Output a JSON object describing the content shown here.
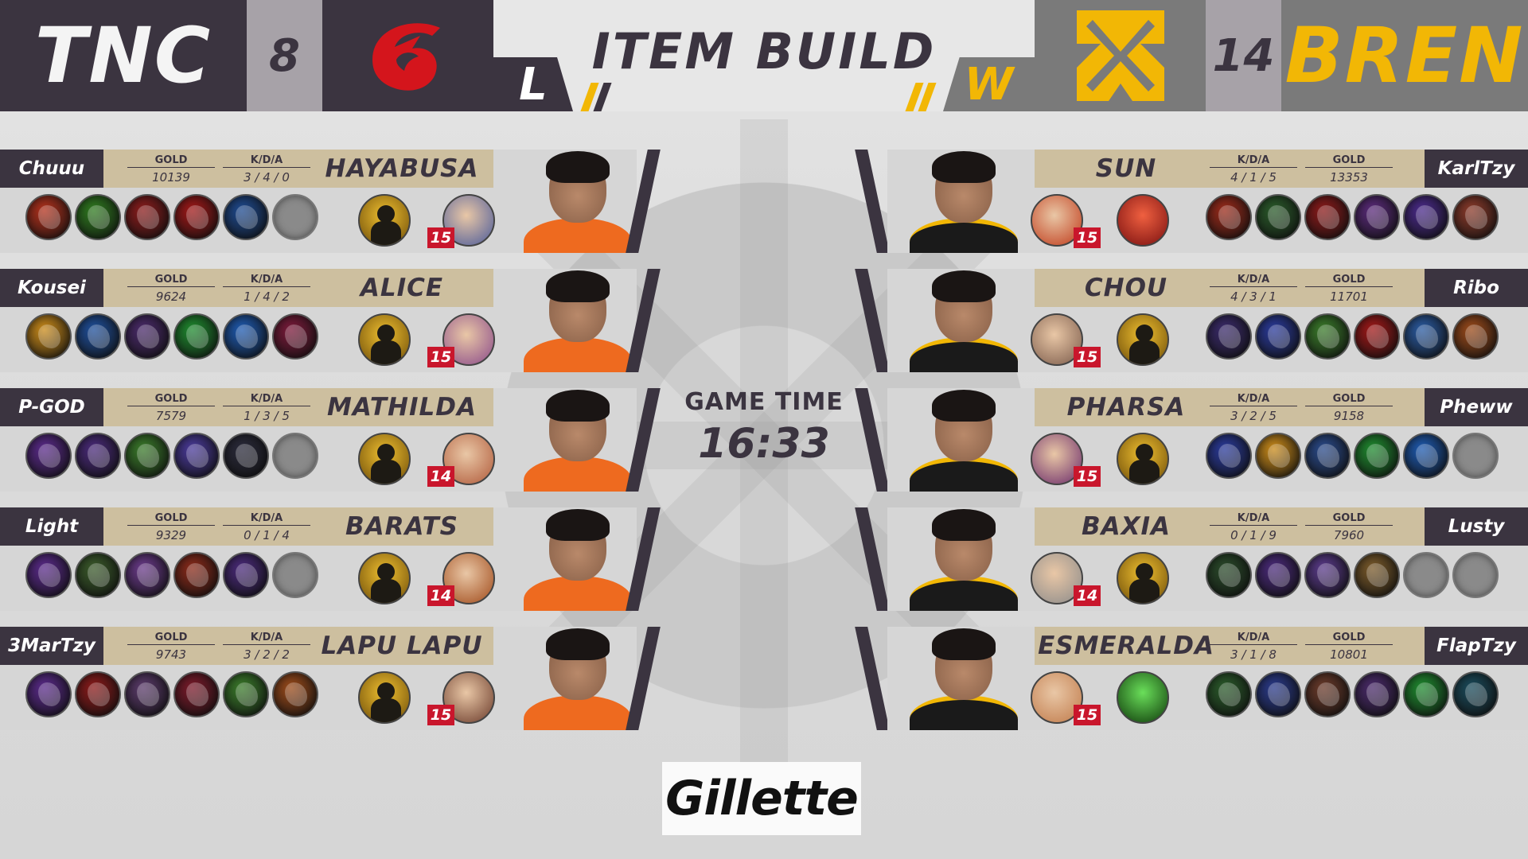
{
  "header": {
    "title": "ITEM BUILD",
    "left_team": {
      "name": "TNC",
      "score": "8",
      "result": "L",
      "color": "#3b3440",
      "accent": "#d4151c"
    },
    "right_team": {
      "name": "BREN",
      "score": "14",
      "result": "W",
      "color": "#7a7a7a",
      "accent": "#f2b705"
    }
  },
  "labels": {
    "gold": "GOLD",
    "kda": "K/D/A"
  },
  "game_time": {
    "label": "GAME TIME",
    "value": "16:33"
  },
  "sponsor": "Gillette",
  "left_players": [
    {
      "player": "Chuuu",
      "gold": "10139",
      "kda": "3 / 4 / 0",
      "hero": "HAYABUSA",
      "level": "15",
      "items": [
        "#b2311c",
        "#2f7a1f",
        "#8a1c1c",
        "#a01818",
        "#1e4a8f",
        "empty"
      ],
      "spell": "retribution",
      "hero_color": "#4a5a9a"
    },
    {
      "player": "Kousei",
      "gold": "9624",
      "kda": "1 / 4 / 2",
      "hero": "ALICE",
      "level": "15",
      "items": [
        "#c98a1a",
        "#1f4f9a",
        "#4a2a6a",
        "#1f8a2f",
        "#1e5ab0",
        "#7a1a3a"
      ],
      "spell": "flicker",
      "hero_color": "#8a4a8a"
    },
    {
      "player": "P-GOD",
      "gold": "7579",
      "kda": "1 / 3 / 5",
      "hero": "MATHILDA",
      "level": "14",
      "items": [
        "#5a2a8a",
        "#4a2a7a",
        "#3a7a2a",
        "#4a3a9a",
        "#2a2a3a",
        "empty"
      ],
      "spell": "flicker",
      "hero_color": "#b05a3a"
    },
    {
      "player": "Light",
      "gold": "9329",
      "kda": "0 / 1 / 4",
      "hero": "BARATS",
      "level": "14",
      "items": [
        "#5a2a8a",
        "#3a5a2a",
        "#6a3a8a",
        "#8a2a1a",
        "#4a2a7a",
        "empty"
      ],
      "spell": "flicker",
      "hero_color": "#a04a1a"
    },
    {
      "player": "3MarTzy",
      "gold": "9743",
      "kda": "3 / 2 / 2",
      "hero": "LAPU LAPU",
      "level": "15",
      "items": [
        "#5a2a8a",
        "#8a1a1a",
        "#5a3a6a",
        "#7a1a2a",
        "#3a7a2a",
        "#9a4a1a"
      ],
      "spell": "flicker",
      "hero_color": "#6a3a2a"
    }
  ],
  "right_players": [
    {
      "player": "KarlTzy",
      "gold": "13353",
      "kda": "4 / 1 / 5",
      "hero": "SUN",
      "level": "15",
      "items": [
        "#9a2a1a",
        "#2a5a2a",
        "#8a1a1a",
        "#5a2a7a",
        "#4a2a8a",
        "#8a3a2a"
      ],
      "spell": "retribution",
      "hero_color": "#c03a1a"
    },
    {
      "player": "Ribo",
      "gold": "11701",
      "kda": "4 / 3 / 1",
      "hero": "CHOU",
      "level": "15",
      "items": [
        "#3a2a6a",
        "#2a3a9a",
        "#3a7a2a",
        "#a01818",
        "#2a5aa0",
        "#9a4a1a"
      ],
      "spell": "flicker",
      "hero_color": "#7a5a4a"
    },
    {
      "player": "Pheww",
      "gold": "9158",
      "kda": "3 / 2 / 5",
      "hero": "PHARSA",
      "level": "15",
      "items": [
        "#2a3a9a",
        "#c98a1a",
        "#2a4a8a",
        "#1f8a2f",
        "#1e5ab0",
        "empty"
      ],
      "spell": "flicker",
      "hero_color": "#6a2a6a"
    },
    {
      "player": "Lusty",
      "gold": "7960",
      "kda": "0 / 1 / 9",
      "hero": "BAXIA",
      "level": "14",
      "items": [
        "#2a4a2a",
        "#4a2a7a",
        "#5a3a8a",
        "#7a5a2a",
        "empty",
        "empty"
      ],
      "spell": "flicker",
      "hero_color": "#8a8a8a"
    },
    {
      "player": "FlapTzy",
      "gold": "10801",
      "kda": "3 / 1 / 8",
      "hero": "ESMERALDA",
      "level": "15",
      "items": [
        "#2a5a2a",
        "#2a3a8a",
        "#6a3a2a",
        "#4a2a6a",
        "#1f8a2f",
        "#1a4a5a"
      ],
      "spell": "purify",
      "hero_color": "#c07a4a"
    }
  ]
}
